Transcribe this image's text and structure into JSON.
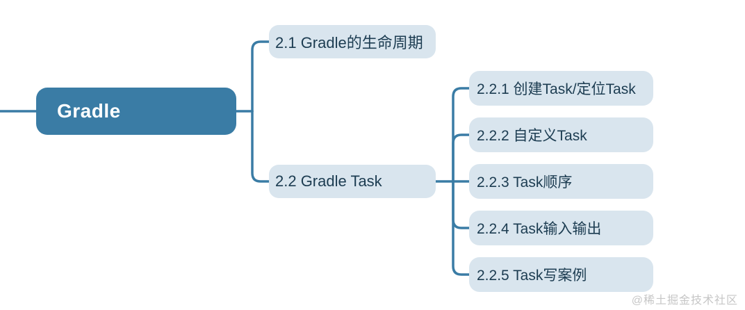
{
  "colors": {
    "accent": "#3a7ca5",
    "node_fill": "#d9e5ee",
    "node_text": "#1c3c51",
    "root_text": "#ffffff",
    "watermark": "#c6c6c6",
    "bg": "#ffffff"
  },
  "mindmap": {
    "root": {
      "label": "Gradle"
    },
    "branches": [
      {
        "label": "2.1 Gradle的生命周期",
        "children": []
      },
      {
        "label": "2.2 Gradle Task",
        "children": [
          {
            "label": "2.2.1 创建Task/定位Task"
          },
          {
            "label": "2.2.2 自定义Task"
          },
          {
            "label": "2.2.3 Task顺序"
          },
          {
            "label": "2.2.4 Task输入输出"
          },
          {
            "label": "2.2.5 Task写案例"
          }
        ]
      }
    ]
  },
  "watermark": {
    "text": "@稀土掘金技术社区"
  }
}
